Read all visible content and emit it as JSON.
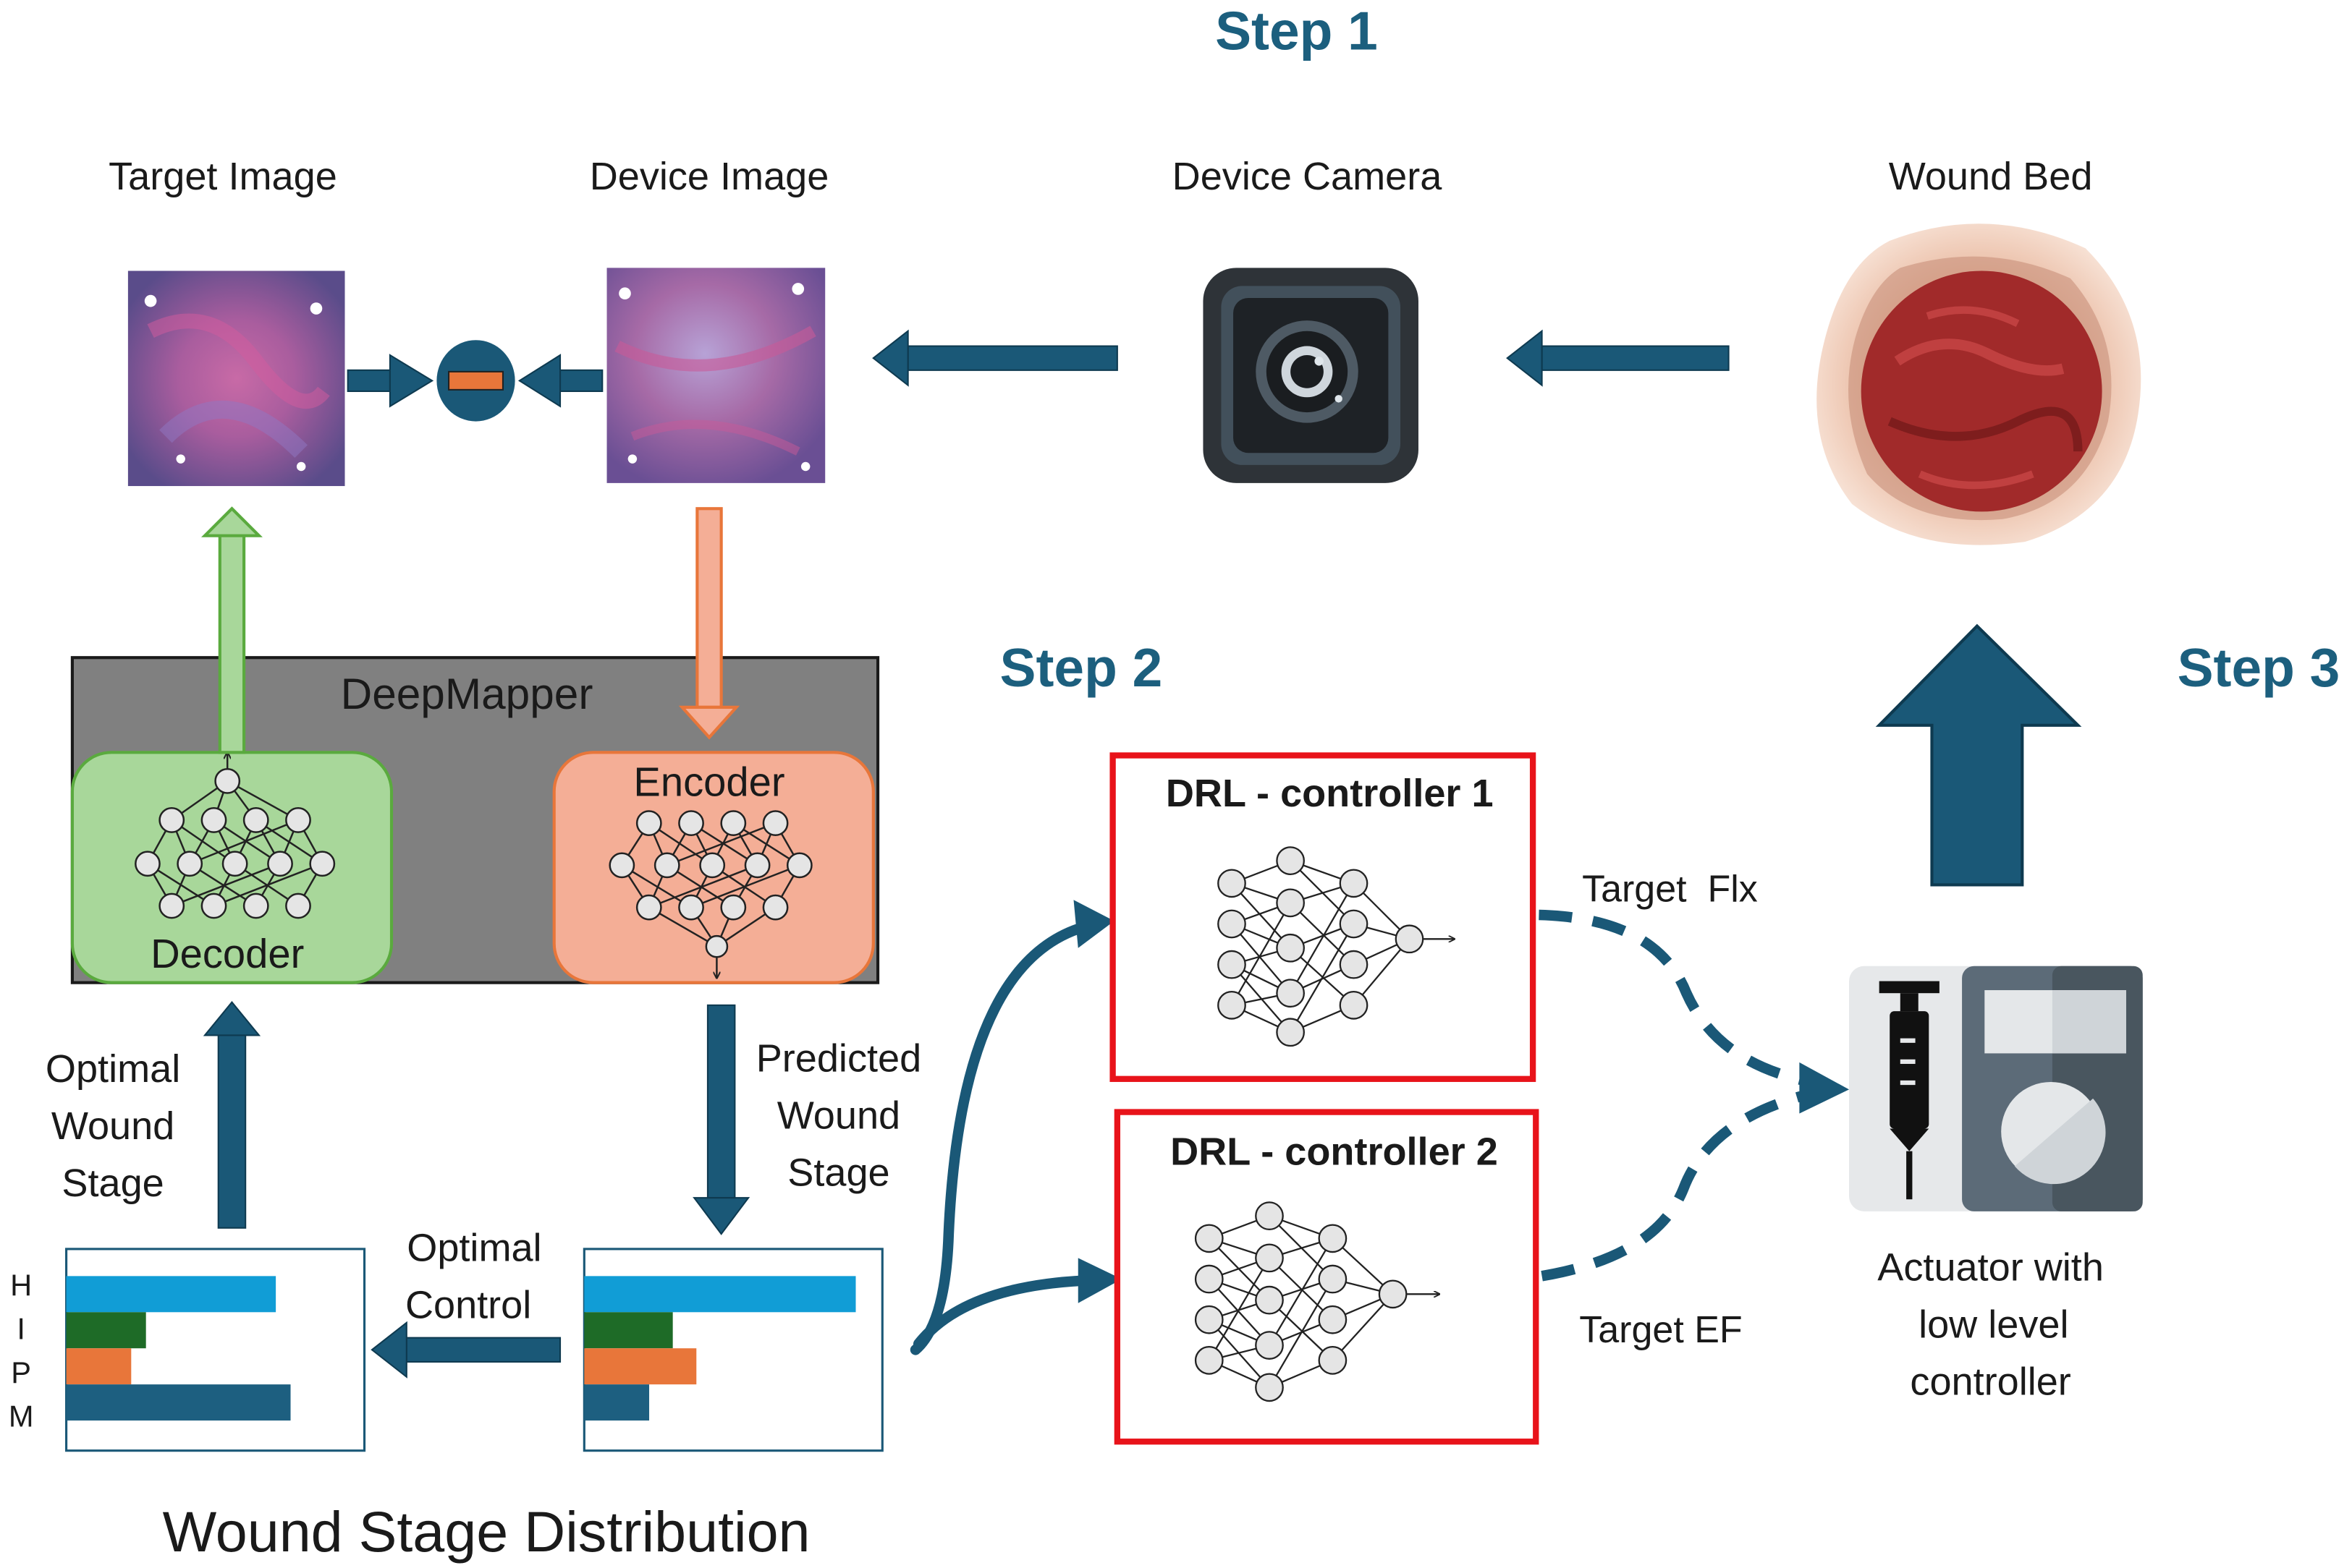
{
  "steps": {
    "step1": "Step 1",
    "step2": "Step 2",
    "step3": "Step 3"
  },
  "pipeline": {
    "target_image_label": "Target Image",
    "device_image_label": "Device Image",
    "device_camera_label": "Device Camera",
    "wound_bed_label": "Wound Bed"
  },
  "deepmapper": {
    "title": "DeepMapper",
    "encoder_label": "Encoder",
    "decoder_label": "Decoder"
  },
  "labels": {
    "optimal_wound_stage": [
      "Optimal",
      "Wound",
      "Stage"
    ],
    "predicted_wound_stage": [
      "Predicted",
      "Wound",
      "Stage"
    ],
    "optimal_control": [
      "Optimal",
      "Control"
    ],
    "target_flx": "Target  Flx",
    "target_ef": "Target EF",
    "actuator": [
      "Actuator with",
      "low level",
      "controller"
    ]
  },
  "controllers": {
    "c1": "DRL - controller 1",
    "c2": "DRL - controller 2"
  },
  "distribution": {
    "title": "Wound Stage Distribution",
    "row_labels": [
      "H",
      "I",
      "P",
      "M"
    ],
    "colors": [
      "#119dd6",
      "#1e6b27",
      "#e8763a",
      "#1d5f80"
    ],
    "optimal_values": [
      0.71,
      0.27,
      0.22,
      0.76
    ],
    "predicted_values": [
      0.92,
      0.3,
      0.38,
      0.22
    ]
  },
  "colors": {
    "arrow": "#1a5877",
    "step_text": "#1c5f7e",
    "controller_border": "#e8131a",
    "encoder_fill": "#f4ae96",
    "decoder_fill": "#a8d79a"
  }
}
